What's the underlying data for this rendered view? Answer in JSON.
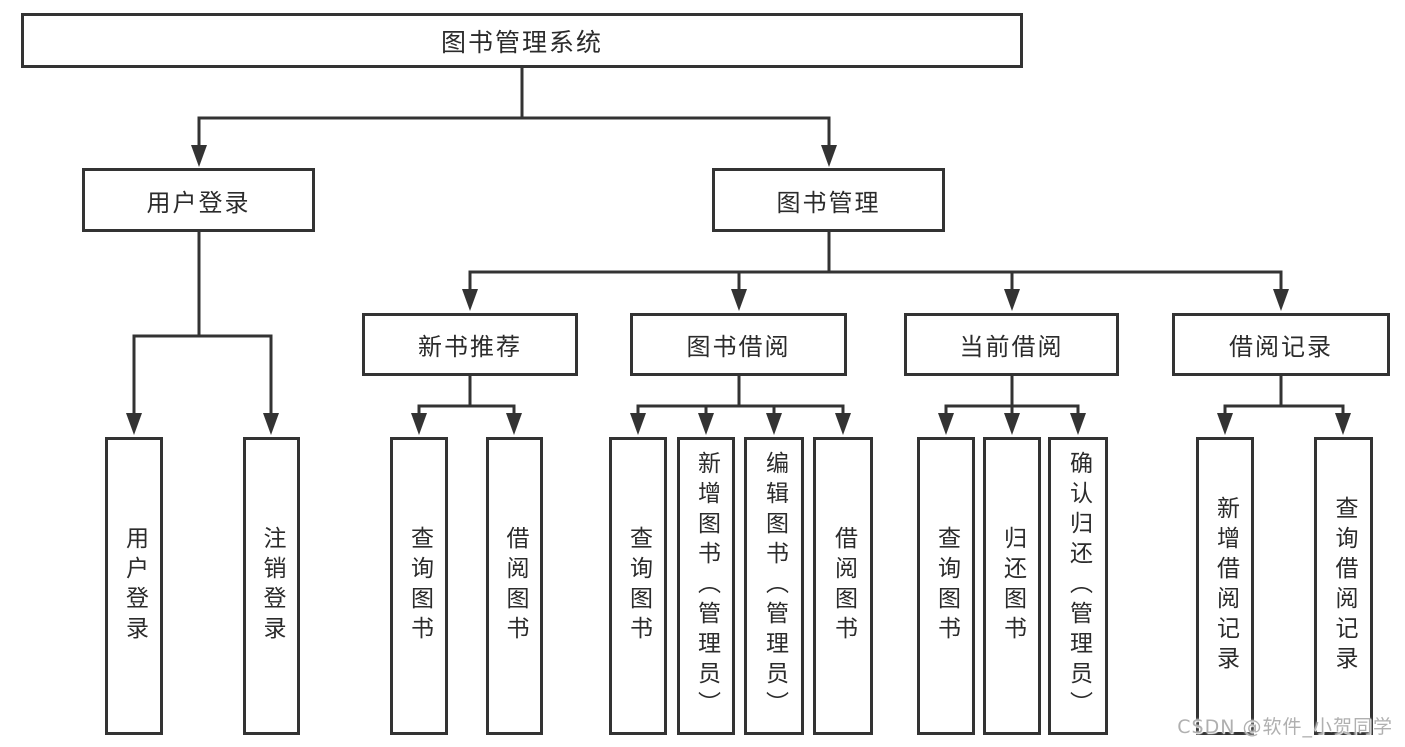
{
  "colors": {
    "background": "#ffffff",
    "line": "#333333",
    "box_border": "#333333",
    "text": "#2b2b2b",
    "watermark_text": "#b0b0b0"
  },
  "nodes": {
    "root": {
      "label": "图书管理系统"
    },
    "user_login_group": {
      "label": "用户登录"
    },
    "book_mgmt_group": {
      "label": "图书管理"
    },
    "user_login": {
      "label": "用户登录"
    },
    "logout": {
      "label": "注销登录"
    },
    "new_book_rec": {
      "label": "新书推荐"
    },
    "nbr_query_books": {
      "label": "查询图书"
    },
    "nbr_borrow_books": {
      "label": "借阅图书"
    },
    "book_borrow": {
      "label": "图书借阅"
    },
    "bb_query_books": {
      "label": "查询图书"
    },
    "bb_add_books": {
      "label": "新增图书（管理员）"
    },
    "bb_edit_books": {
      "label": "编辑图书（管理员）"
    },
    "bb_borrow_books": {
      "label": "借阅图书"
    },
    "current_borrow": {
      "label": "当前借阅"
    },
    "cb_query_books": {
      "label": "查询图书"
    },
    "cb_return_books": {
      "label": "归还图书"
    },
    "cb_confirm_return": {
      "label": "确认归还（管理员）"
    },
    "borrow_records": {
      "label": "借阅记录"
    },
    "br_add_record": {
      "label": "新增借阅记录"
    },
    "br_query_record": {
      "label": "查询借阅记录"
    }
  },
  "watermark": {
    "text": "CSDN @软件_小贺同学"
  }
}
